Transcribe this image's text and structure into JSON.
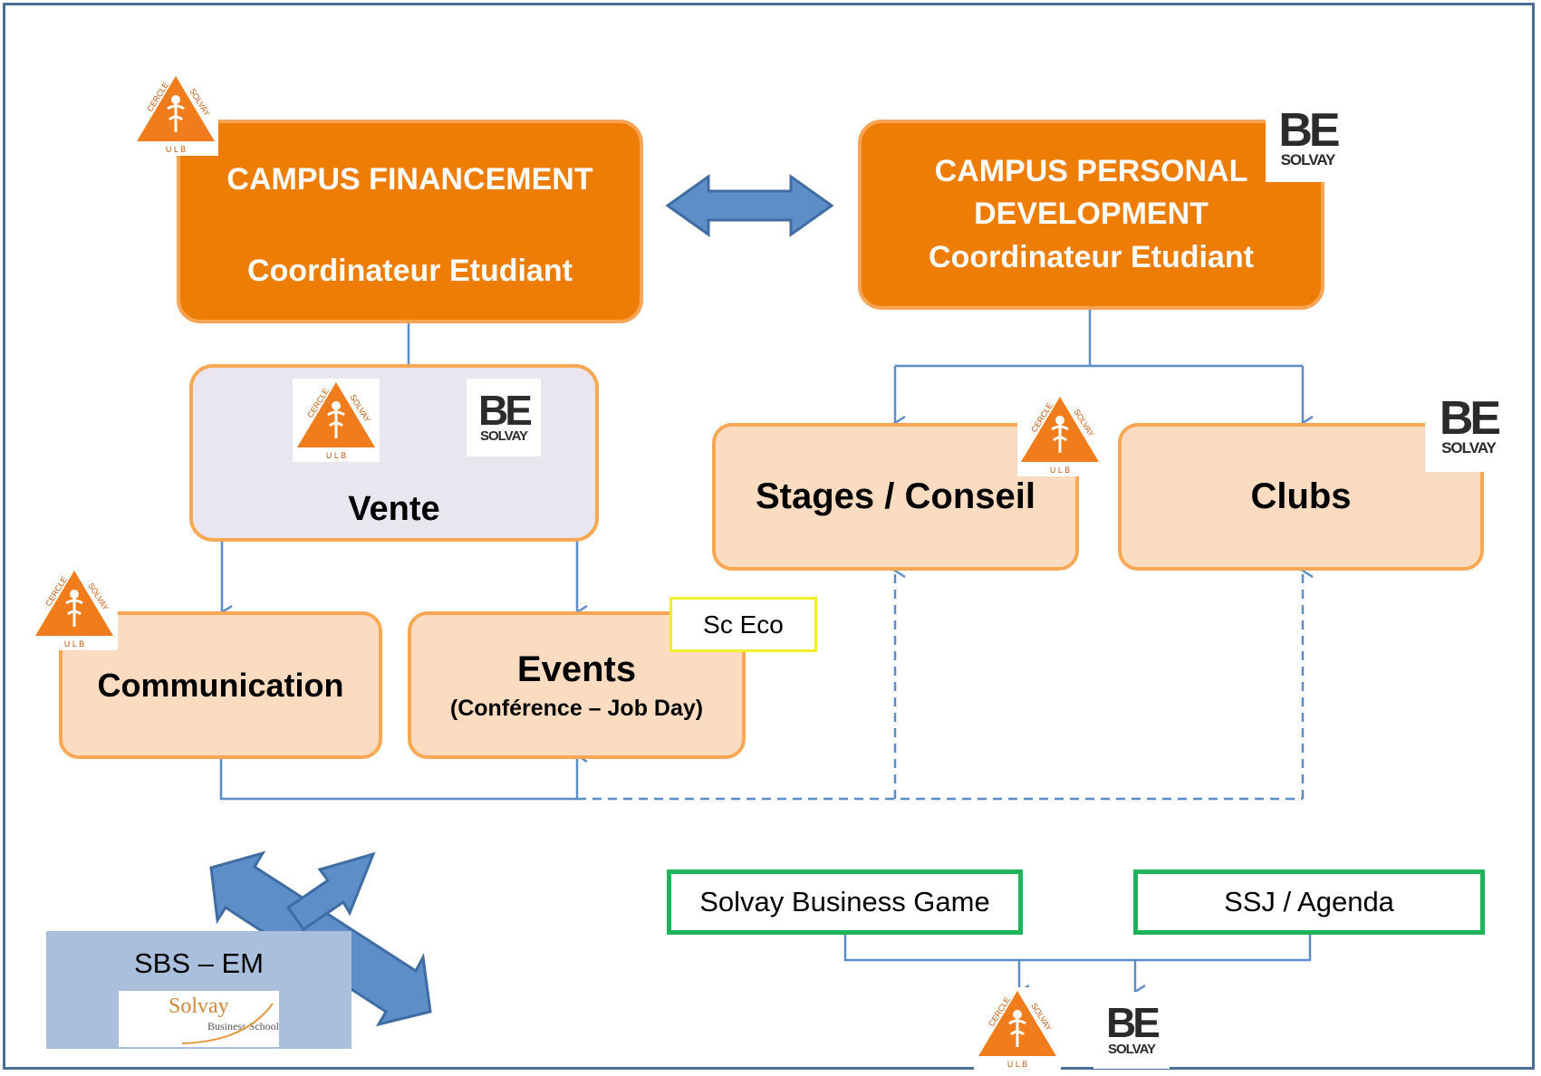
{
  "campus_financement": {
    "title": "CAMPUS FINANCEMENT",
    "subtitle": "Coordinateur Etudiant"
  },
  "campus_personal": {
    "title_line1": "CAMPUS PERSONAL",
    "title_line2": "DEVELOPMENT",
    "subtitle": "Coordinateur  Etudiant"
  },
  "vente": {
    "label": "Vente"
  },
  "stages": {
    "label": "Stages / Conseil"
  },
  "clubs": {
    "label": "Clubs"
  },
  "communication": {
    "label": "Communication"
  },
  "events": {
    "label": "Events",
    "sublabel": "(Conférence – Job Day)"
  },
  "sc_eco": {
    "label": "Sc Eco"
  },
  "solvay_business_game": {
    "label": "Solvay Business Game"
  },
  "ssj_agenda": {
    "label": "SSJ / Agenda"
  },
  "sbs": {
    "label": "SBS – EM",
    "logo_word": "Solvay",
    "logo_sub": "Business School"
  },
  "logos": {
    "cercle_word_left": "CERCLE",
    "cercle_word_right": "SOLVAY",
    "cercle_ulb": "U  L  B",
    "be_big": "BE",
    "be_small": "SOLVAY"
  },
  "colors": {
    "campus_fill": "#ed7d05",
    "peach_fill": "#fbdcc1",
    "box_border": "#f8a855",
    "connector": "#5b8ec9",
    "arrow_fill": "#5d8ec8",
    "green_border": "#1fb35a",
    "yellow_border": "#f4ee2a",
    "frame": "#4a6e96"
  }
}
